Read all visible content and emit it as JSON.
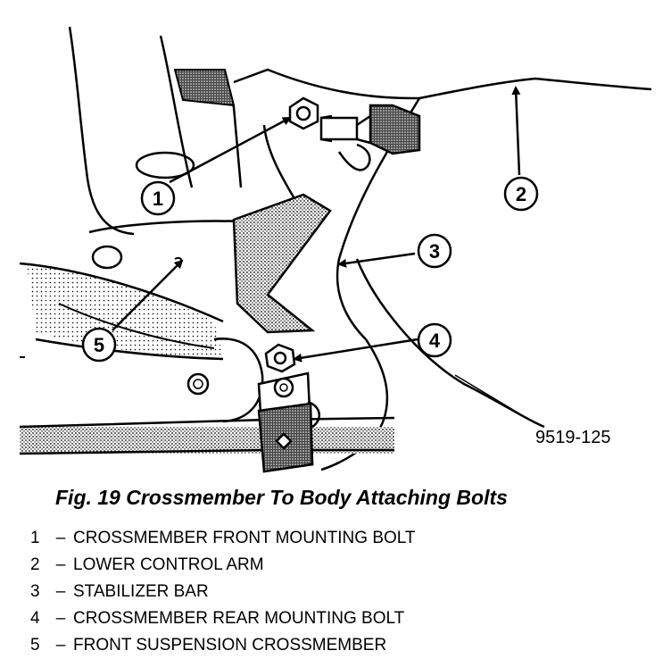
{
  "figure": {
    "caption": "Fig. 19 Crossmember To Body Attaching Bolts",
    "code": "9519-125"
  },
  "callouts": [
    "1",
    "2",
    "3",
    "4",
    "5"
  ],
  "legend": [
    {
      "num": "1",
      "sep": "–",
      "text": "CROSSMEMBER FRONT MOUNTING BOLT"
    },
    {
      "num": "2",
      "sep": "–",
      "text": "LOWER CONTROL ARM"
    },
    {
      "num": "3",
      "sep": "–",
      "text": "STABILIZER BAR"
    },
    {
      "num": "4",
      "sep": "–",
      "text": "CROSSMEMBER REAR MOUNTING BOLT"
    },
    {
      "num": "5",
      "sep": "–",
      "text": "FRONT SUSPENSION CROSSMEMBER"
    }
  ]
}
